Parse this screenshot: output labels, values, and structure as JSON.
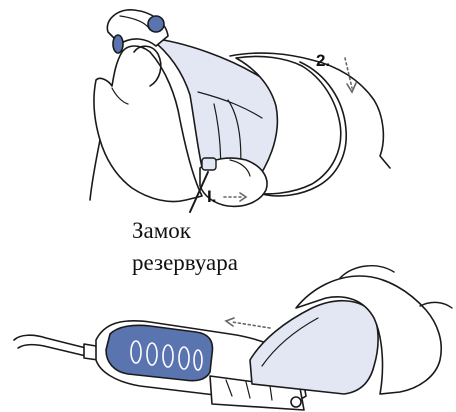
{
  "labels": {
    "step1": "I.",
    "step2": "2.",
    "lock_line1": "Замок",
    "lock_line2": "резервуара"
  },
  "colors": {
    "outline": "#1a1a1a",
    "reservoir_fill": "#e3e7f3",
    "handle_blue": "#5a74b0",
    "nozzle_blue": "#4f6aab",
    "arrow_gray": "#666666",
    "skin": "#ffffff"
  },
  "icons": {
    "arrow_step1": "dotted-arrow-right",
    "arrow_step2": "dotted-arrow-down",
    "arrow_slide": "dotted-arrow-left"
  }
}
